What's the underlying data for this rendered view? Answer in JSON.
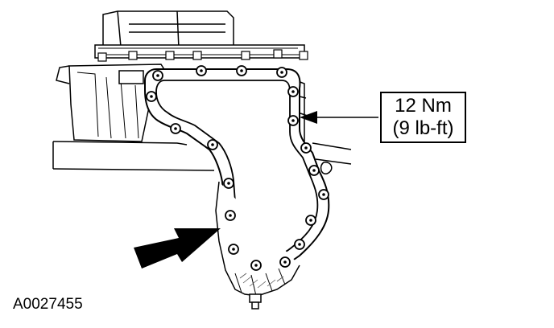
{
  "callout": {
    "torque_metric": "12 Nm",
    "torque_imperial": "(9 lb-ft)"
  },
  "figure_id": "A0027455",
  "colors": {
    "line": "#000000",
    "background": "#ffffff",
    "hatch": "#555555"
  },
  "icons": {
    "direction_arrow": "solid-arrow-icon",
    "callout_pointer": "pointer-arrow-icon"
  }
}
